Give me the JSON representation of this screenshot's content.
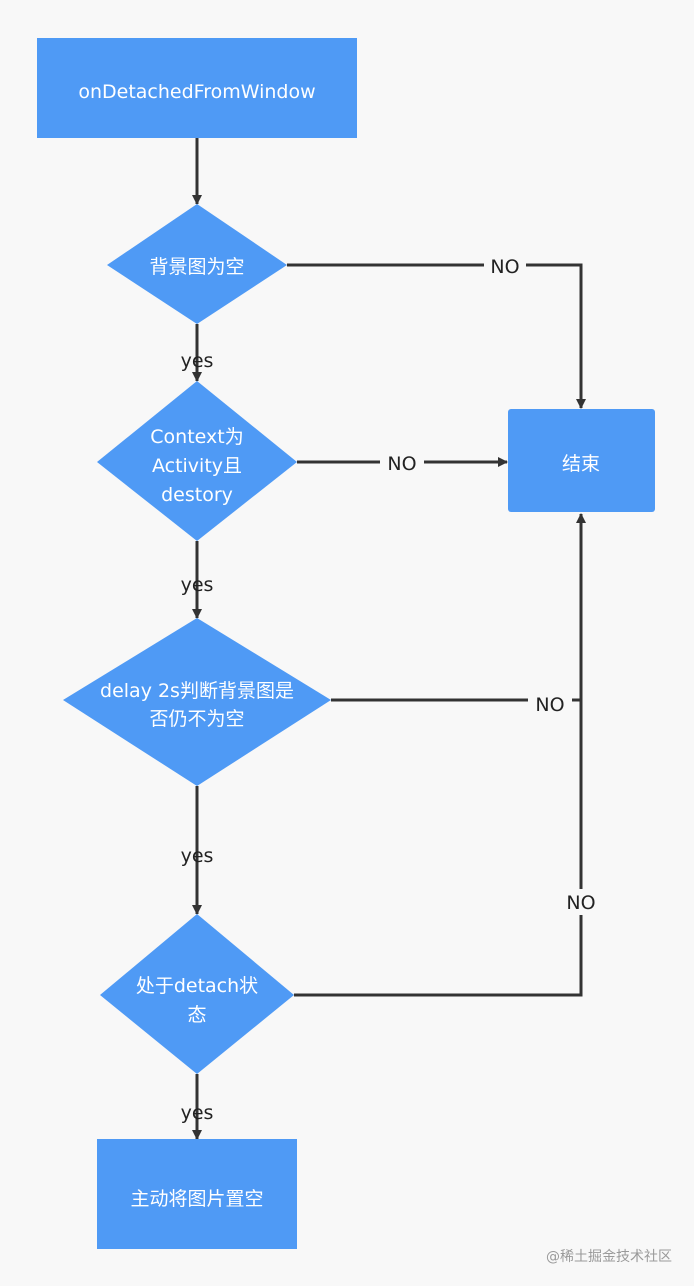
{
  "colors": {
    "node_fill": "#4f9af5",
    "line": "#333333",
    "background": "#f8f8f8"
  },
  "nodes": {
    "start": "onDetachedFromWindow",
    "bg_null": "背景图为空",
    "context_line1": "Context为",
    "context_line2": "Activity且",
    "context_line3": "destory",
    "delay_line1": "delay 2s判断背景图是",
    "delay_line2": "否仍不为空",
    "detach_line1": "处于detach状",
    "detach_line2": "态",
    "clear_bg": "主动将图片置空",
    "end": "结束"
  },
  "edge_labels": {
    "yes1": "yes",
    "yes2": "yes",
    "yes3": "yes",
    "yes4": "yes",
    "no1": "NO",
    "no2": "NO",
    "no3": "NO",
    "no4": "NO"
  },
  "watermark": "@稀土掘金技术社区"
}
